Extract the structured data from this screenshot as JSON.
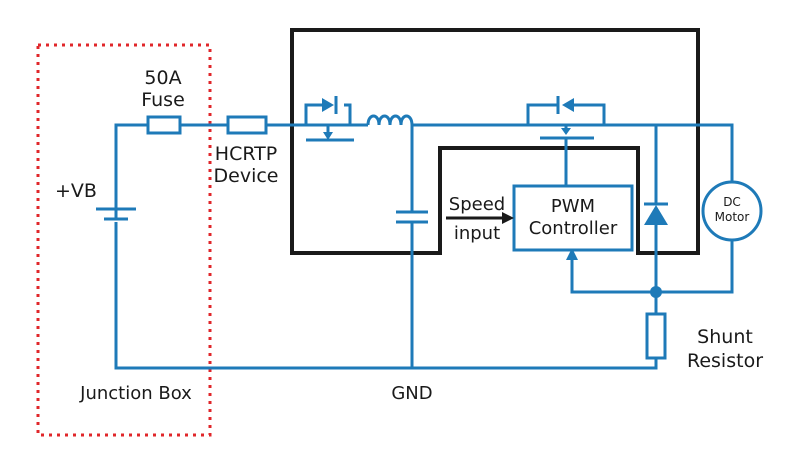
{
  "colors": {
    "wire": "#1e7ab8",
    "outline": "#1a1a1a",
    "junction_box_border": "#e0262a",
    "background": "#ffffff"
  },
  "labels": {
    "battery": "+VB",
    "fuse_line1": "50A",
    "fuse_line2": "Fuse",
    "hcrtp_line1": "HCRTP",
    "hcrtp_line2": "Device",
    "speed_line1": "Speed",
    "speed_line2": "input",
    "pwm_line1": "PWM",
    "pwm_line2": "Controller",
    "motor_line1": "DC",
    "motor_line2": "Motor",
    "shunt_line1": "Shunt",
    "shunt_line2": "Resistor",
    "junction_box": "Junction Box",
    "ground": "GND"
  },
  "icons": {
    "fuse": "fuse-icon",
    "hcrtp": "resettable-fuse-icon",
    "mosfet_input": "mosfet-icon",
    "mosfet_output": "mosfet-icon",
    "inductor": "inductor-icon",
    "capacitor": "capacitor-icon",
    "diode": "diode-icon",
    "battery": "battery-icon",
    "motor": "motor-icon",
    "shunt": "resistor-icon"
  }
}
